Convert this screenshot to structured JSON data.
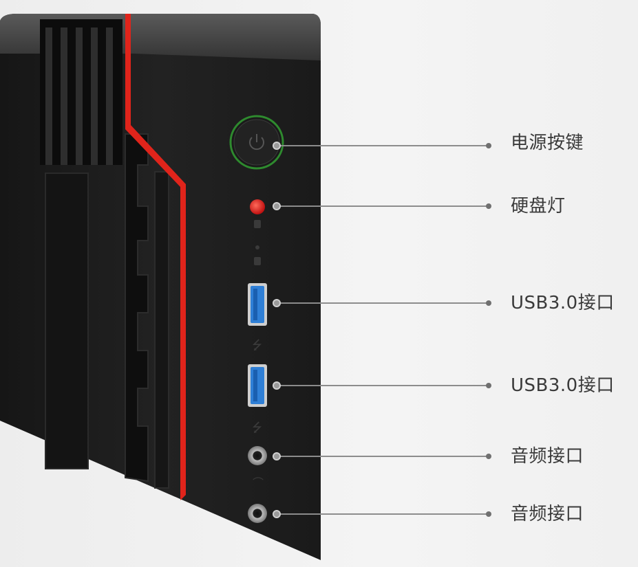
{
  "callouts": [
    {
      "id": "power",
      "label": "电源按键"
    },
    {
      "id": "hdd-led",
      "label": "硬盘灯"
    },
    {
      "id": "usb1",
      "label": "USB3.0接口"
    },
    {
      "id": "usb2",
      "label": "USB3.0接口"
    },
    {
      "id": "audio1",
      "label": "音频接口"
    },
    {
      "id": "audio2",
      "label": "音频接口"
    }
  ],
  "colors": {
    "case_body": "#1c1c1c",
    "accent_red": "#e0241b",
    "power_ring": "#2e8a2e",
    "hdd_led": "#d81e1e",
    "usb_blue": "#2f7fd6",
    "leader_line": "#8c8c8c"
  }
}
